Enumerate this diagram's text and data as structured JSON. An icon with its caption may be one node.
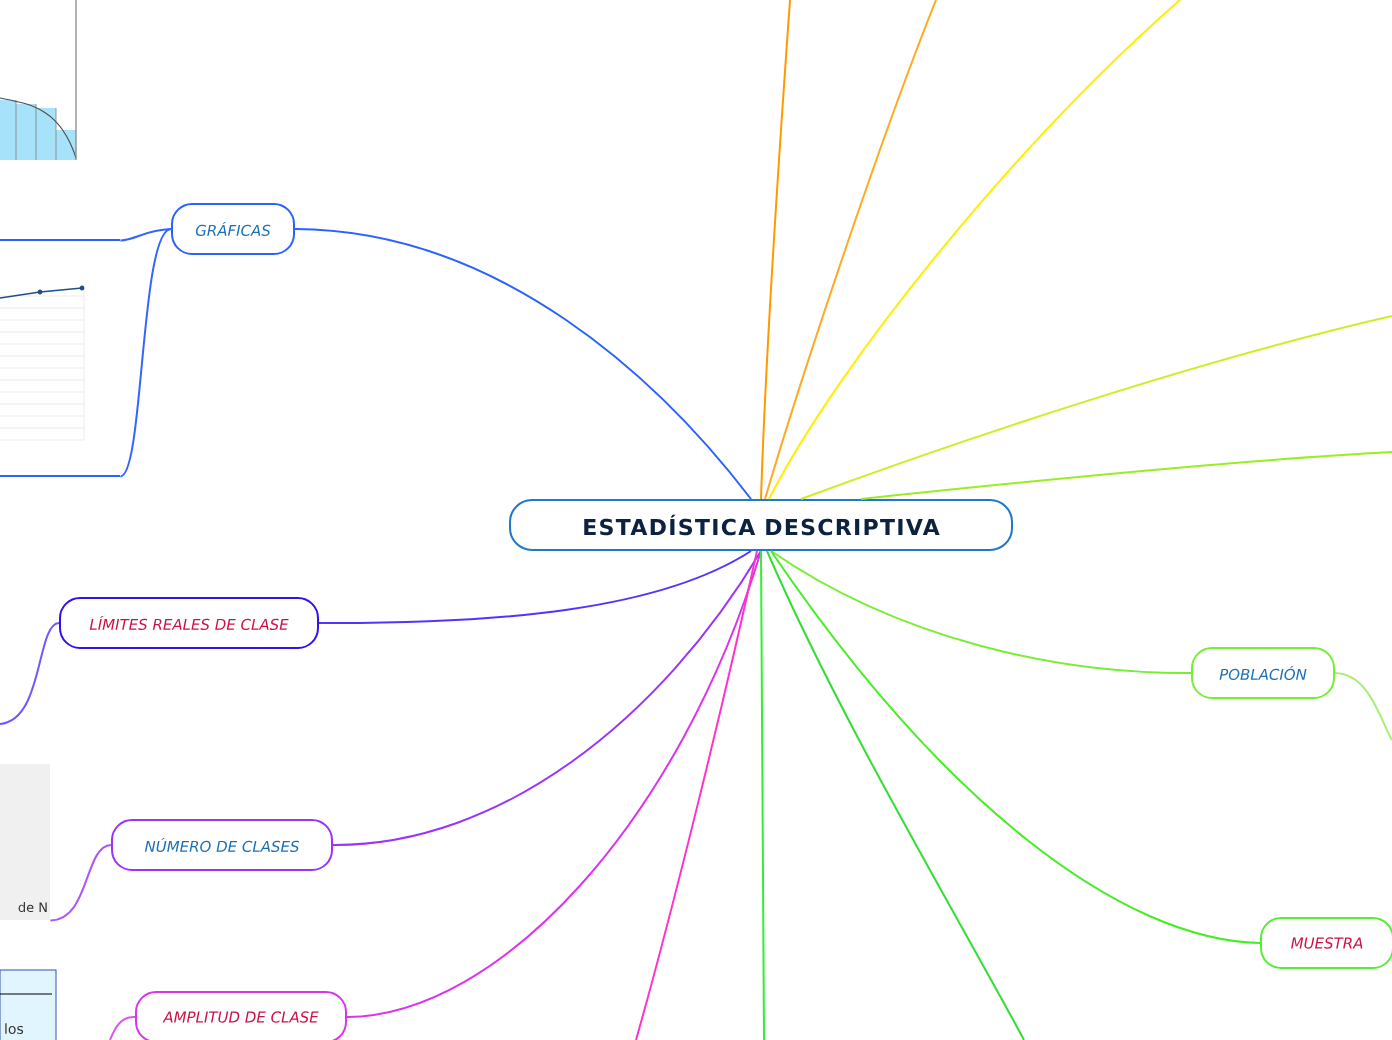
{
  "diagram": {
    "nodes": [
      {
        "text": [
          "ESTADÍSTICA DESCRIPTIVA"
        ]
      },
      {
        "text": [
          "GRÁFICAS"
        ]
      },
      {
        "text": [
          "LÍMITES REALES DE CLASE"
        ]
      },
      {
        "text": [
          "NÚMERO DE CLASES"
        ]
      },
      {
        "text": [
          "AMPLITUD DE CLASE"
        ]
      },
      {
        "text": [
          "POBLACIÓN"
        ]
      },
      {
        "text": [
          "MUESTRA"
        ]
      },
      {
        "text": [],
        "shape": "picture"
      },
      {
        "text": [],
        "shape": "picture"
      },
      {
        "text": [
          "de N"
        ]
      },
      {
        "text": [
          "los"
        ]
      }
    ],
    "edges": [
      {
        "from": 0,
        "to": 1,
        "arrow": "none",
        "color": "#2962ff"
      },
      {
        "from": 0,
        "to": 2,
        "arrow": "none",
        "color": "#5533ff"
      },
      {
        "from": 0,
        "to": 3,
        "arrow": "none",
        "color": "#9933ff"
      },
      {
        "from": 0,
        "to": 4,
        "arrow": "none",
        "color": "#dd33ee"
      },
      {
        "from": 0,
        "to": 5,
        "arrow": "none",
        "color": "#77ee33"
      },
      {
        "from": 0,
        "to": 6,
        "arrow": "none",
        "color": "#44ee22"
      },
      {
        "from": 1,
        "to": 7,
        "arrow": "none",
        "color": "#3366ff"
      },
      {
        "from": 1,
        "to": 8,
        "arrow": "none",
        "color": "#3366ff"
      },
      {
        "from": 2,
        "to": null,
        "arrow": "none",
        "color": "#7755ff"
      },
      {
        "from": 3,
        "to": 9,
        "arrow": "none",
        "color": "#aa55ff"
      },
      {
        "from": 4,
        "to": null,
        "arrow": "none",
        "color": "#dd55ee"
      },
      {
        "from": 5,
        "to": null,
        "arrow": "none",
        "color": "#aaee77"
      },
      {
        "from": 0,
        "to": null,
        "arrow": "none",
        "color": "#ff9900"
      },
      {
        "from": 0,
        "to": null,
        "arrow": "none",
        "color": "#ffaa22"
      },
      {
        "from": 0,
        "to": null,
        "arrow": "none",
        "color": "#ffee00"
      },
      {
        "from": 0,
        "to": null,
        "arrow": "none",
        "color": "#ccee22"
      },
      {
        "from": 0,
        "to": null,
        "arrow": "none",
        "color": "#99ee22"
      },
      {
        "from": 0,
        "to": null,
        "arrow": "none",
        "color": "#ff33cc"
      },
      {
        "from": 0,
        "to": null,
        "arrow": "none",
        "color": "#33ee33"
      },
      {
        "from": 0,
        "to": null,
        "arrow": "none",
        "color": "#33dd33"
      }
    ]
  }
}
